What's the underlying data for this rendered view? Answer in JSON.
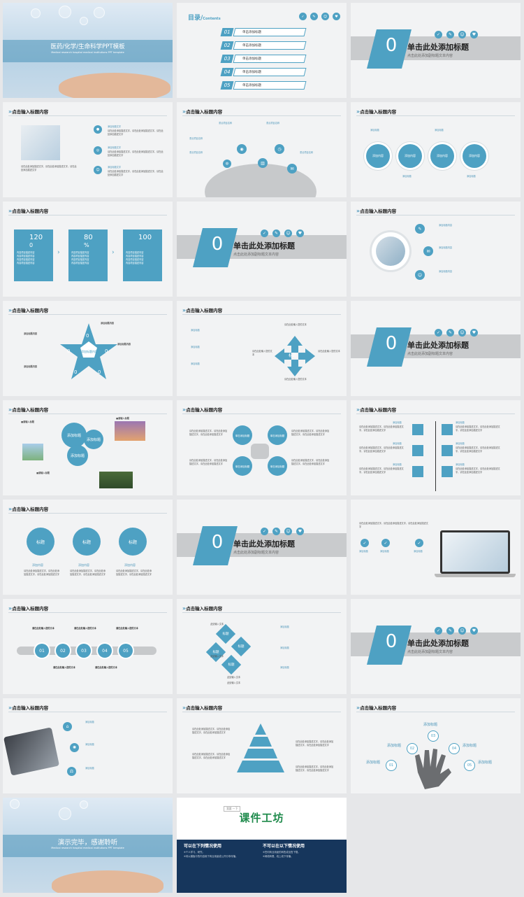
{
  "slides": {
    "s1": {
      "title": "医药/化学/生命科学PPT模板",
      "subtitle": "Medical research hospital medical institutions PPT template"
    },
    "s2": {
      "title": "目录/",
      "title_en": "Contents",
      "items": [
        {
          "num": "01",
          "label": "单击添加标题"
        },
        {
          "num": "02",
          "label": "单击添加标题"
        },
        {
          "num": "03",
          "label": "单击添加标题"
        },
        {
          "num": "04",
          "label": "单击添加标题"
        },
        {
          "num": "05",
          "label": "单击添加标题"
        }
      ]
    },
    "section": {
      "num": "0",
      "title": "单击此处添加标题",
      "sub": "点击此处添加副标题文本内容"
    },
    "header": "点击输入标题内容",
    "s4": {
      "items": [
        "添加标题文字",
        "添加标题文字",
        "添加标题文字"
      ],
      "body": "请在此处添加描述文字，请在此处添加描述文字，请在此处添加描述文字"
    },
    "s5": {
      "labels": [
        "重点项目名称",
        "重点项目名称",
        "重点项目名称",
        "重点项目名称",
        "重点项目名称"
      ]
    },
    "s6": {
      "tags": [
        "添加标题",
        "添加标题",
        "添加标题",
        "添加标题"
      ],
      "circles": [
        "添加内容",
        "添加内容",
        "添加内容",
        "添加内容"
      ]
    },
    "s7": {
      "values": [
        "120",
        "80",
        "100"
      ],
      "pcts": [
        "0",
        "%",
        ""
      ],
      "lines": [
        "内容项目描述内容",
        "内容项目描述内容",
        "内容项目描述内容",
        "内容项目描述内容"
      ]
    },
    "s9": {
      "items": [
        "添加标题内容",
        "添加标题内容",
        "添加标题内容"
      ]
    },
    "s10": {
      "center": "添加标题内容",
      "labels": [
        "添加标题内容",
        "添加标题内容",
        "添加标题内容",
        "添加标题内容"
      ],
      "nums": [
        "0",
        "0",
        "0",
        "0",
        "0"
      ]
    },
    "s11": {
      "center": "标题",
      "labels": [
        "请在此处输入您的文本",
        "请在此处输入您的文本",
        "请在此处输入您的文本",
        "请在此处输入您的文本"
      ],
      "tags": [
        "添加标题",
        "添加标题",
        "添加标题"
      ]
    },
    "s13": {
      "bubbles": [
        "添加标题",
        "添加标题",
        "添加标题"
      ],
      "labels": [
        "■请输入标题",
        "■请输入标题",
        "■请输入标题"
      ]
    },
    "s14": {
      "tags": [
        "单击添加标题",
        "单击添加标题",
        "单击添加标题",
        "单击添加标题"
      ]
    },
    "s15": {
      "tags": [
        "添加标题",
        "添加标题",
        "添加标题",
        "添加标题",
        "添加标题",
        "添加标题"
      ]
    },
    "s16": {
      "circles": [
        "标题",
        "标题",
        "标题"
      ],
      "labels": [
        "添加内容",
        "添加内容",
        "添加内容"
      ]
    },
    "s18": {
      "labels": [
        "添加标题",
        "添加标题",
        "添加标题"
      ]
    },
    "s19": {
      "nums": [
        "01",
        "02",
        "03",
        "04",
        "05"
      ],
      "labels": [
        "请在此处输入您的文本",
        "请在此处输入您的文本",
        "请在此处输入您的文本",
        "请在此处输入您的文本",
        "请在此处输入您的文本"
      ]
    },
    "s20": {
      "diamonds": [
        "标题",
        "标题",
        "标题",
        "标题"
      ],
      "labels": [
        "此处输入文本",
        "此处输入文本",
        "此处输入文本",
        "此处输入文本"
      ],
      "tags": [
        "添加标题",
        "添加标题",
        "添加标题"
      ]
    },
    "s22": {
      "labels": [
        "添加标题",
        "添加标题",
        "添加标题"
      ]
    },
    "s23": {
      "labels": [
        "添加标题",
        "添加标题",
        "添加标题",
        "添加标题"
      ]
    },
    "s24": {
      "labels": [
        "添加标题",
        "添加标题",
        "添加标题",
        "添加标题",
        "添加标题"
      ],
      "nums": [
        "01",
        "02",
        "03",
        "04",
        "05"
      ]
    },
    "s25": {
      "title": "演示完毕，感谢聆听",
      "subtitle": "Medical research hospital medical institutions PPT template"
    },
    "s26": {
      "badge": "我要 一下",
      "brand": "课件工坊",
      "col1_title": "可以在下列情况使用",
      "col2_title": "不可以在以下情况使用",
      "col1_items": [
        "※个人学习、研究。",
        "※将以模板中的内容用于商业用途或公开分享传播。"
      ],
      "col2_items": [
        "※任何商业用途的转售或出售下载。",
        "※网络转载、线上线下传播。"
      ]
    }
  },
  "colors": {
    "accent": "#4ea1c3",
    "band": "#c9cbcd",
    "navy": "#16365c",
    "green": "#1e8a4b"
  }
}
